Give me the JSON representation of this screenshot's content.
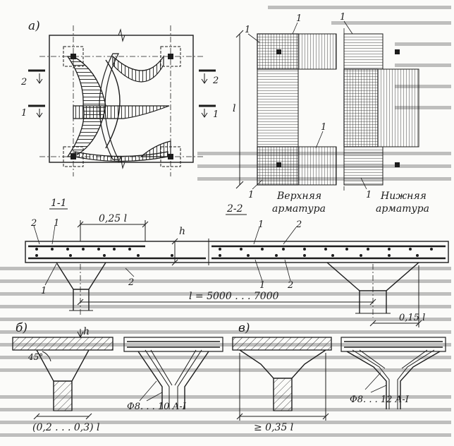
{
  "labels": {
    "fig_a": "а)",
    "fig_b": "б)",
    "fig_v": "в)",
    "sec_11": "1-1",
    "sec_22": "2-2",
    "num_1": "1",
    "num_2": "2",
    "span_l": "l",
    "quarter_l": "0,25 l",
    "h": "h",
    "span_range": "l = 5000 . . . 7000",
    "cap_015": "0,15 l",
    "deg45": "45°",
    "cap_range": "(0,2 . . . 0,3) l",
    "min_035": "≥ 0,35 l",
    "bars_b": "Ф8. . . 10 А-I",
    "bars_v": "Ф8. . . 12 А-I",
    "top_reinf_1": "Верхняя",
    "top_reinf_2": "арматура",
    "bot_reinf_1": "Нижняя",
    "bot_reinf_2": "арматура"
  },
  "colors": {
    "ink": "#1c1c1c",
    "paper": "#fbfbf9",
    "bleed": "#8c8c8c"
  }
}
